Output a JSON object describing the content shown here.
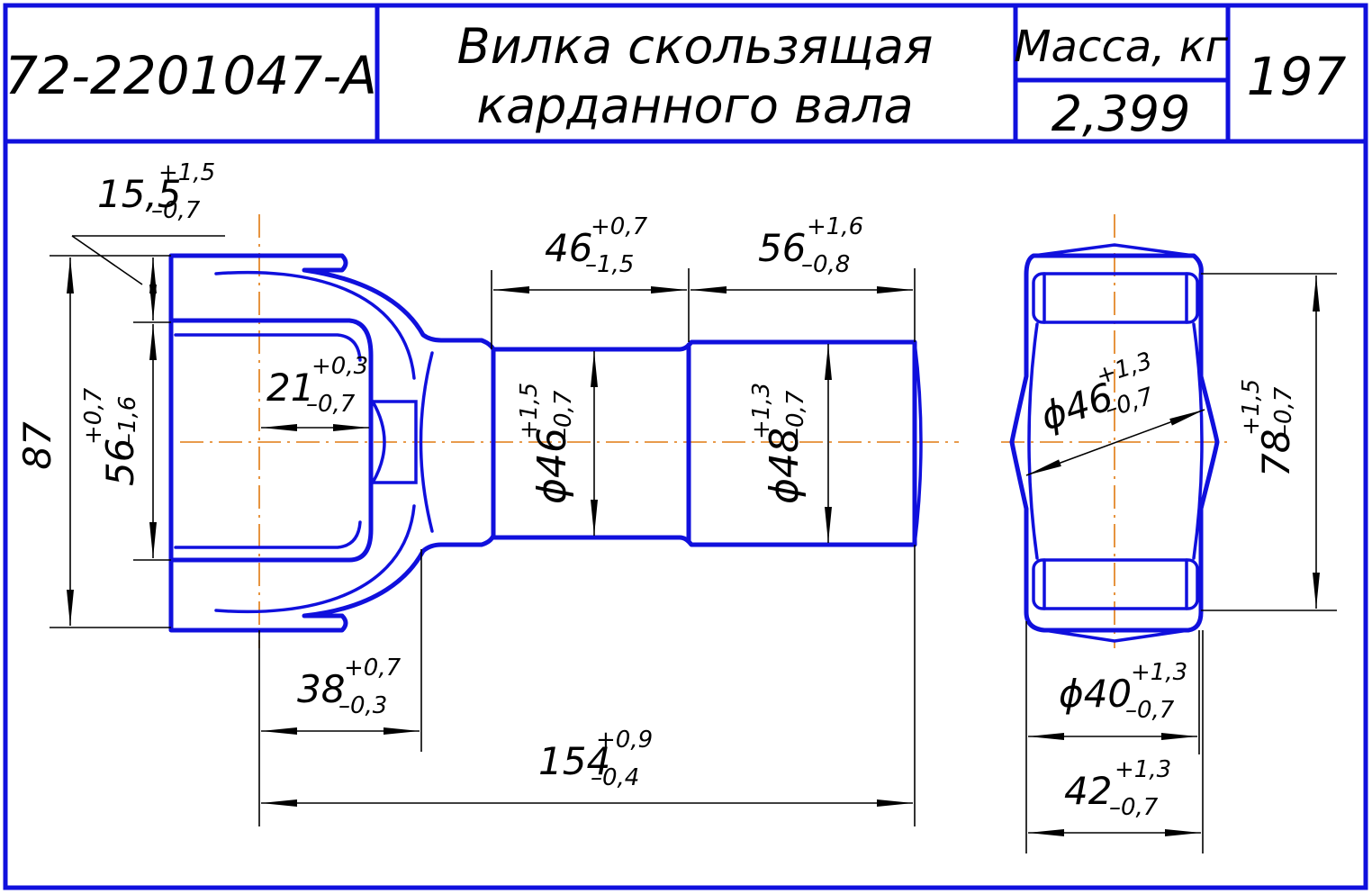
{
  "title_block": {
    "part_number": "72-2201047-A",
    "name_line1": "Вилка скользящая",
    "name_line2": "карданного вала",
    "mass_label": "Масса, кг",
    "mass_value": "2,399",
    "sheet_number": "197"
  },
  "dimensions": {
    "d_15_5": {
      "base": "15,5",
      "upper": "+1,5",
      "lower": "–0,7"
    },
    "d_46": {
      "base": "46",
      "upper": "+0,7",
      "lower": "–1,5"
    },
    "d_56_len": {
      "base": "56",
      "upper": "+1,6",
      "lower": "–0,8"
    },
    "d_87": {
      "base": "87"
    },
    "d_56_in": {
      "base": "56",
      "upper": "+0,7",
      "lower": "–1,6"
    },
    "d_21": {
      "base": "21",
      "upper": "+0,3",
      "lower": "–0,7"
    },
    "d_phi46": {
      "base": "ϕ46",
      "upper": "+1,5",
      "lower": "–0,7"
    },
    "d_phi48": {
      "base": "ϕ48",
      "upper": "+1,3",
      "lower": "–0,7"
    },
    "d_38": {
      "base": "38",
      "upper": "+0,7",
      "lower": "–0,3"
    },
    "d_154": {
      "base": "154",
      "upper": "+0,9",
      "lower": "–0,4"
    },
    "d_phi46_side": {
      "base": "ϕ46",
      "upper": "+1,3",
      "lower": "–0,7"
    },
    "d_78": {
      "base": "78",
      "upper": "+1,5",
      "lower": "–0,7"
    },
    "d_phi40": {
      "base": "ϕ40",
      "upper": "+1,3",
      "lower": "–0,7"
    },
    "d_42": {
      "base": "42",
      "upper": "+1,3",
      "lower": "–0,7"
    }
  },
  "colors": {
    "outline": "#1010dd",
    "centerline": "#e07a10",
    "dimension": "#000000"
  }
}
